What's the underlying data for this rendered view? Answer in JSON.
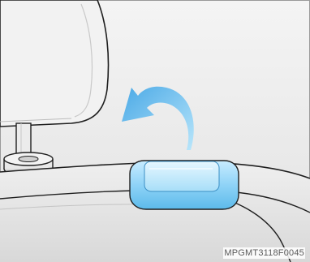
{
  "figure": {
    "code": "MPGMT3118F0045"
  },
  "colors": {
    "background": "#ffffff",
    "panel_gray": "#e9e9e9",
    "line_dark": "#1f1f1f",
    "highlight_blue": "#6fc6f2",
    "arrow_blue": "#4aa9e6"
  },
  "icons": {
    "headrest": "seat-headrest",
    "button": "fold-release-button",
    "arrow": "curved-arrow-icon"
  }
}
